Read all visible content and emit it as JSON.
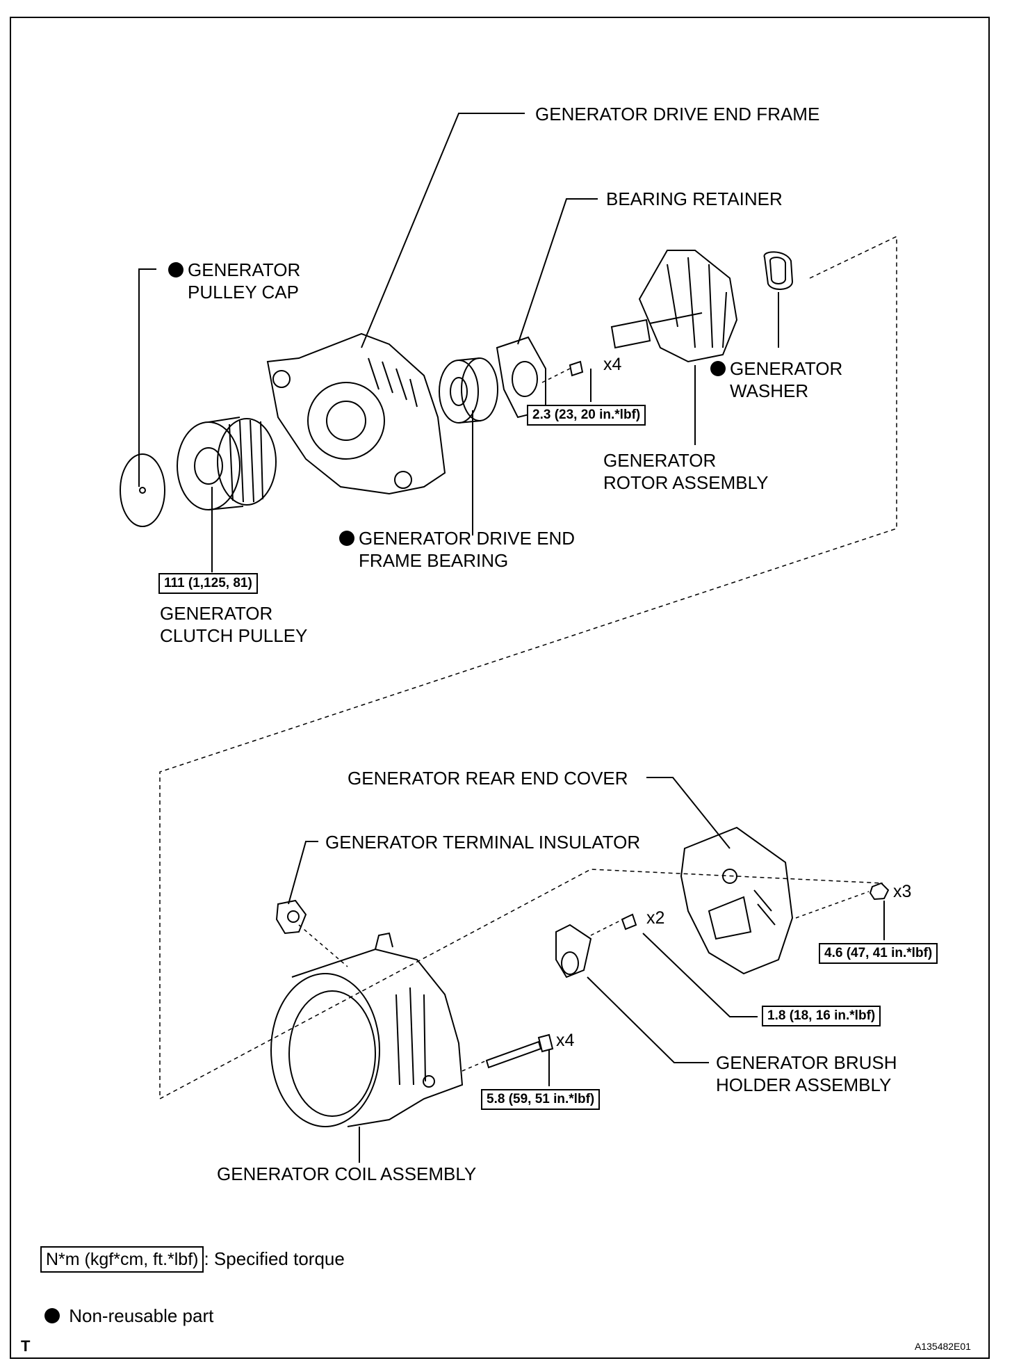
{
  "labels": {
    "drive_end_frame": "GENERATOR DRIVE END FRAME",
    "bearing_retainer": "BEARING RETAINER",
    "pulley_cap_1": "GENERATOR",
    "pulley_cap_2": "PULLEY CAP",
    "washer_1": "GENERATOR",
    "washer_2": "WASHER",
    "rotor_1": "GENERATOR",
    "rotor_2": "ROTOR ASSEMBLY",
    "de_bearing_1": "GENERATOR DRIVE END",
    "de_bearing_2": "FRAME BEARING",
    "clutch_pulley_1": "GENERATOR",
    "clutch_pulley_2": "CLUTCH PULLEY",
    "rear_end_cover": "GENERATOR REAR END COVER",
    "terminal_insulator": "GENERATOR TERMINAL INSULATOR",
    "brush_holder_1": "GENERATOR BRUSH",
    "brush_holder_2": "HOLDER ASSEMBLY",
    "coil_assembly": "GENERATOR COIL ASSEMBLY"
  },
  "torques": {
    "retainer_screw": "2.3 (23, 20 in.*lbf)",
    "clutch_pulley": "111 (1,125, 81)",
    "rear_cover_nut": "4.6 (47, 41 in.*lbf)",
    "brush_screw": "1.8 (18, 16 in.*lbf)",
    "coil_bolt": "5.8 (59, 51 in.*lbf)"
  },
  "quantities": {
    "retainer_screw": "x4",
    "rear_cover_nut": "x3",
    "brush_screw": "x2",
    "coil_bolt": "x4"
  },
  "legend": {
    "torque_unit": "N*m (kgf*cm, ft.*lbf)",
    "torque_desc": ": Specified torque",
    "non_reusable": "Non-reusable part"
  },
  "footer": {
    "left_mark": "T",
    "figure_id": "A135482E01"
  }
}
